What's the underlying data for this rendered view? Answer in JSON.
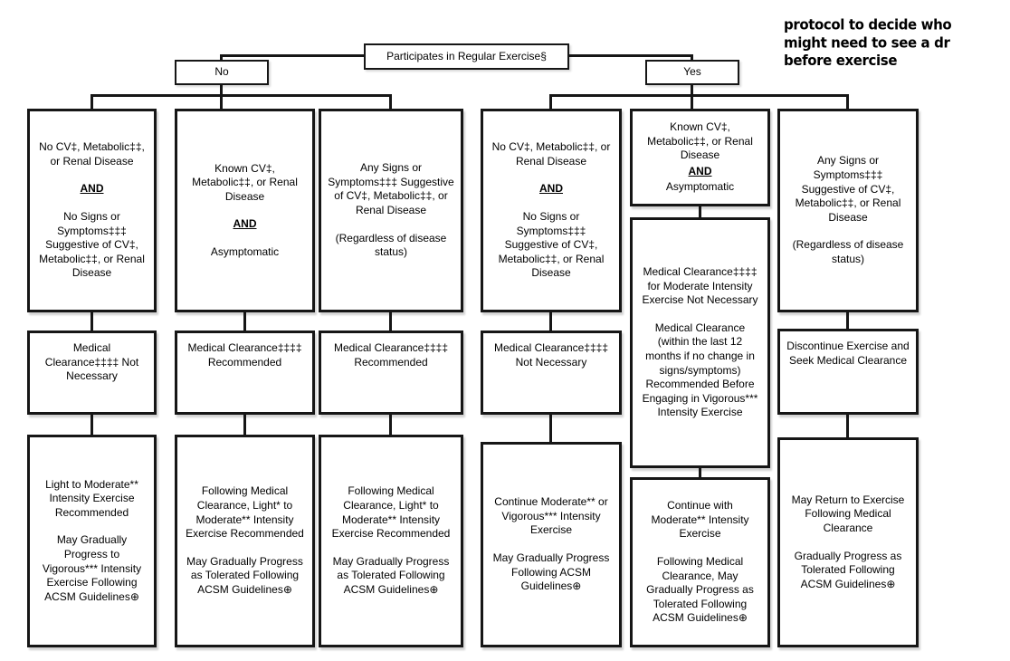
{
  "annotation": "protocol to decide who might need to see a dr before exercise",
  "root": {
    "label": "Participates in Regular Exercise§"
  },
  "branches": {
    "no": "No",
    "yes": "Yes"
  },
  "columns": [
    {
      "branch": "No",
      "condition": {
        "p1": "No CV‡, Metabolic‡‡, or Renal Disease",
        "and": "AND",
        "p2": "No Signs or Symptoms‡‡‡ Suggestive of CV‡, Metabolic‡‡, or Renal Disease"
      },
      "clearance": {
        "p1": "Medical Clearance‡‡‡‡ Not Necessary"
      },
      "recommendation": {
        "p1": "Light to Moderate** Intensity Exercise Recommended",
        "p2": "May Gradually Progress to Vigorous*** Intensity Exercise Following ACSM Guidelines⊕"
      }
    },
    {
      "branch": "No",
      "condition": {
        "p1": "Known CV‡, Metabolic‡‡, or Renal Disease",
        "and": "AND",
        "p2": "Asymptomatic"
      },
      "clearance": {
        "p1": "Medical Clearance‡‡‡‡ Recommended"
      },
      "recommendation": {
        "p1": "Following Medical Clearance, Light* to Moderate** Intensity Exercise Recommended",
        "p2": "May Gradually Progress as Tolerated Following ACSM Guidelines⊕"
      }
    },
    {
      "branch": "No",
      "condition": {
        "p1": "Any Signs or Symptoms‡‡‡ Suggestive of CV‡, Metabolic‡‡, or Renal Disease",
        "p2": "(Regardless of disease status)"
      },
      "clearance": {
        "p1": "Medical Clearance‡‡‡‡ Recommended"
      },
      "recommendation": {
        "p1": "Following Medical Clearance, Light* to Moderate** Intensity Exercise Recommended",
        "p2": "May Gradually Progress as Tolerated Following ACSM Guidelines⊕"
      }
    },
    {
      "branch": "Yes",
      "condition": {
        "p1": "No CV‡, Metabolic‡‡, or Renal Disease",
        "and": "AND",
        "p2": "No Signs or Symptoms‡‡‡ Suggestive of CV‡, Metabolic‡‡, or Renal Disease"
      },
      "clearance": {
        "p1": "Medical Clearance‡‡‡‡ Not Necessary"
      },
      "recommendation": {
        "p1": "Continue Moderate** or Vigorous*** Intensity Exercise",
        "p2": "May Gradually Progress Following ACSM Guidelines⊕"
      }
    },
    {
      "branch": "Yes",
      "condition": {
        "p1": "Known CV‡, Metabolic‡‡, or Renal Disease",
        "and": "AND",
        "p2": "Asymptomatic"
      },
      "clearance": {
        "p1": "Medical Clearance‡‡‡‡ for Moderate Intensity Exercise Not Necessary",
        "p2": "Medical Clearance (within the last 12 months if no change in signs/symptoms) Recommended Before Engaging in Vigorous*** Intensity Exercise"
      },
      "recommendation": {
        "p1": "Continue with Moderate** Intensity Exercise",
        "p2": "Following Medical Clearance, May Gradually Progress as Tolerated Following ACSM Guidelines⊕"
      }
    },
    {
      "branch": "Yes",
      "condition": {
        "p1": "Any Signs or Symptoms‡‡‡ Suggestive of CV‡, Metabolic‡‡, or Renal Disease",
        "p2": "(Regardless of disease status)"
      },
      "clearance": {
        "p1": "Discontinue Exercise and Seek Medical Clearance"
      },
      "recommendation": {
        "p1": "May Return to Exercise Following Medical Clearance",
        "p2": "Gradually Progress as Tolerated Following ACSM Guidelines⊕"
      }
    }
  ]
}
